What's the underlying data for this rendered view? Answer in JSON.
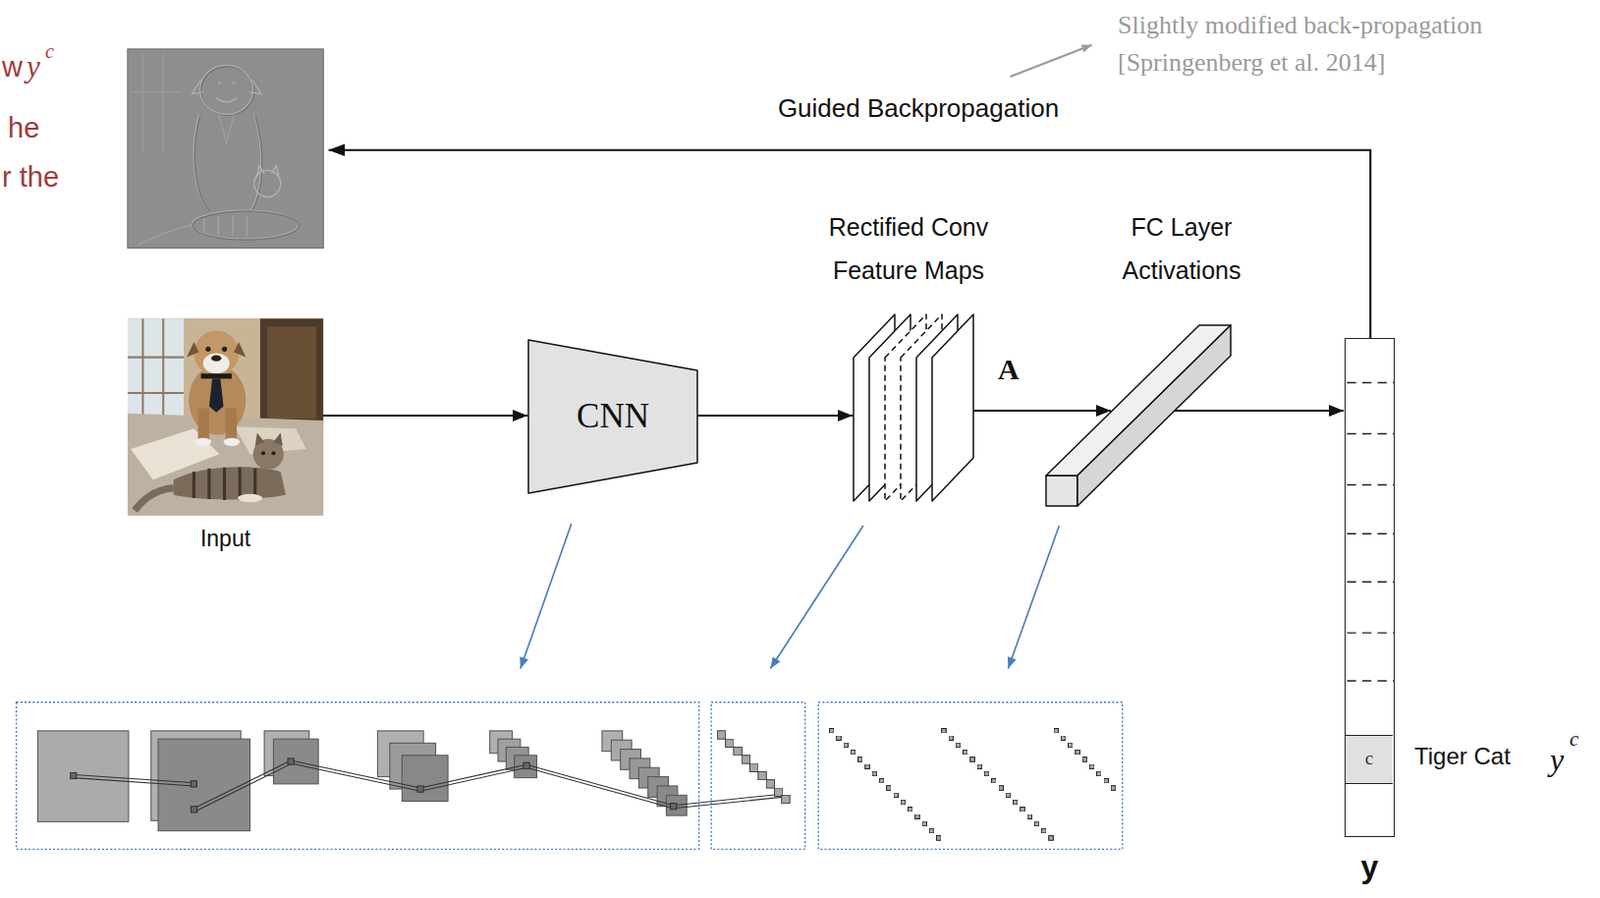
{
  "diagram": {
    "nodes": [
      {
        "text": [
          "Input"
        ]
      },
      {
        "text": [
          "CNN"
        ]
      },
      {
        "text": [
          "Rectified Conv Feature Maps"
        ]
      },
      {
        "text": [
          "FC Layer Activations"
        ]
      },
      {
        "text": [
          "y"
        ]
      },
      {
        "text": [
          "c"
        ],
        "in": 4
      }
    ],
    "edges": [
      {
        "from": 0,
        "to": 1,
        "arrow": "to"
      },
      {
        "from": 1,
        "to": 2,
        "arrow": "to"
      },
      {
        "from": 2,
        "to": 3,
        "label": "A",
        "arrow": "to"
      },
      {
        "from": 3,
        "to": 4,
        "arrow": "to"
      }
    ],
    "labels": [
      "w",
      "y",
      "c",
      "he",
      "r the",
      "Guided Backpropagation",
      "Slightly modified back-propagation [Springenberg et al. 2014]",
      "Tiger Cat",
      "y",
      "c"
    ]
  }
}
